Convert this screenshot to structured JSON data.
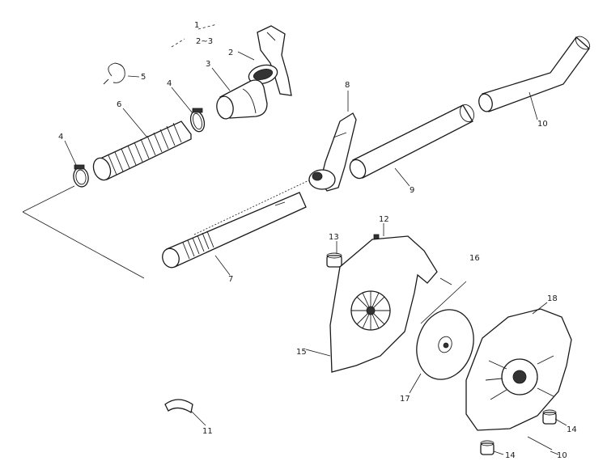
{
  "callouts": {
    "c1_top": "1",
    "c2_3_top": "2~3",
    "c2": "2",
    "c3": "3",
    "c5": "5",
    "c4_a": "4",
    "c6": "6",
    "c4_b": "4",
    "c8": "8",
    "c10_pipe": "10",
    "c9": "9",
    "c7": "7",
    "c12": "12",
    "c13": "13",
    "c16": "16",
    "c15": "15",
    "c18": "18",
    "c17": "17",
    "c11": "11",
    "c14_a": "14",
    "c14_b": "14",
    "c10_screw": "10"
  }
}
